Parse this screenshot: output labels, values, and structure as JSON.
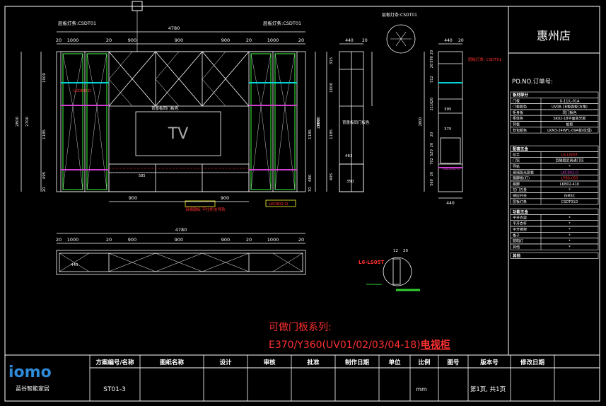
{
  "colors": {
    "background": "#000000",
    "line": "#ffffff",
    "accent_red": "#ff3030",
    "accent_cyan": "#00d4d4",
    "accent_magenta": "#d040d0",
    "accent_green": "#30d030",
    "accent_yellow": "#ffff30",
    "logo_blue": "#2f8ad8"
  },
  "front_view": {
    "total_width": "4780",
    "top_dims": [
      "20",
      "1000",
      "20",
      "900",
      "900",
      "900",
      "20",
      "1000",
      "20"
    ],
    "bottom_dims": [
      "900",
      "900"
    ],
    "left_dims": [
      "1000",
      "2700",
      "1185",
      "495",
      "20",
      "2800"
    ],
    "right_dims": [
      "2800",
      "1185",
      "480",
      "70"
    ],
    "lamp_label_left": "层板灯条:CSDT01",
    "lamp_label_right": "层板灯条:CSDT01",
    "tv_label": "TV",
    "back_panel_label": "背景板同门板色",
    "base_label": "百塘踏板 平拉柜支导轨",
    "inner_dim": "585"
  },
  "side_view": {
    "top_dims": [
      "440",
      "20"
    ],
    "height_dims": [
      "315",
      "1000",
      "1185",
      "495",
      "2800"
    ],
    "label": "背景板同门板色",
    "inner_dims": [
      "463",
      "350",
      "20"
    ]
  },
  "plan_view": {
    "total_width": "4780",
    "top_dims": [
      "20",
      "1000",
      "20",
      "900",
      "900",
      "900",
      "20",
      "1000",
      "20"
    ],
    "depth_dim": "440"
  },
  "section_view": {
    "label": "层板灯条:CSDT01",
    "top_dims": [
      "440",
      "20"
    ],
    "right_dims": [
      "20",
      "590",
      "20",
      "512",
      "20",
      "2110",
      "20",
      "520",
      "20",
      "702",
      "20",
      "560",
      "2800"
    ],
    "inner_dims": [
      "395",
      "375"
    ],
    "callouts": [
      "层板灯条: CSDT01",
      "LKCB02-D"
    ],
    "bottom_dim": "440"
  },
  "detail": {
    "part_code": "L6-LS05T",
    "dims": [
      "12",
      "20"
    ]
  },
  "red_callouts": {
    "front_mid": "LKCB02-D",
    "front_base": "LKCB02-D"
  },
  "note": {
    "line1": "可做门板系列:",
    "line2": "E370/Y360(UV01/02/03/04-18)",
    "line2_emph": "电视柜"
  },
  "store": {
    "name": "惠州店",
    "order_label": "PO.NO.订单号:"
  },
  "spec_table": {
    "section1": "板材部分",
    "rows1": [
      {
        "k": "门板",
        "v": "U-11/L-01A"
      },
      {
        "k": "门板颜色",
        "v": "UV08-1B板面板(方角)"
      },
      {
        "k": "柜身板",
        "v": "同门板色"
      },
      {
        "k": "柜体色",
        "v": "SK02-18平面高光板"
      },
      {
        "k": "背板",
        "v": "板柜"
      },
      {
        "k": "软包颜色",
        "v": "LKM3-24WFL-09A板(纹理)"
      }
    ],
    "section2": "配套五金",
    "rows2": [
      {
        "k": "拉手",
        "v": "L6-LS05T"
      },
      {
        "k": "门铰",
        "v": "百隆阻尼普通门铰"
      },
      {
        "k": "导轨",
        "v": "*"
      },
      {
        "k": "玻璃层光层板",
        "v": "LKCB02-D"
      },
      {
        "k": "踢脚板(灯)",
        "v": "LPB0-050"
      },
      {
        "k": "踢脚",
        "v": "LKB02-410"
      },
      {
        "k": "拉门五金",
        "v": "*"
      },
      {
        "k": "感应开关",
        "v": "ISM3C"
      },
      {
        "k": "层板灯条",
        "v": "CSDT01D"
      }
    ],
    "section3": "功能五金",
    "rows3": [
      {
        "k": "平开衣架",
        "v": "*"
      },
      {
        "k": "平开衣杆",
        "v": "*"
      },
      {
        "k": "平开裤架",
        "v": "*"
      },
      {
        "k": "格子",
        "v": "*"
      },
      {
        "k": "照明灯",
        "v": "*"
      },
      {
        "k": "其他",
        "v": "*"
      }
    ],
    "section4": "其他"
  },
  "title_block": {
    "logo_text": "iomo",
    "company": "蓝谷智能家居",
    "headers": [
      "方案编号/名称",
      "图纸名称",
      "设计",
      "审核",
      "批准",
      "制作日期",
      "单位",
      "比例",
      "图号",
      "版本号",
      "修改日期"
    ],
    "scheme_no": "ST01-3",
    "unit": "mm",
    "sheet": "第1页, 共1页"
  }
}
